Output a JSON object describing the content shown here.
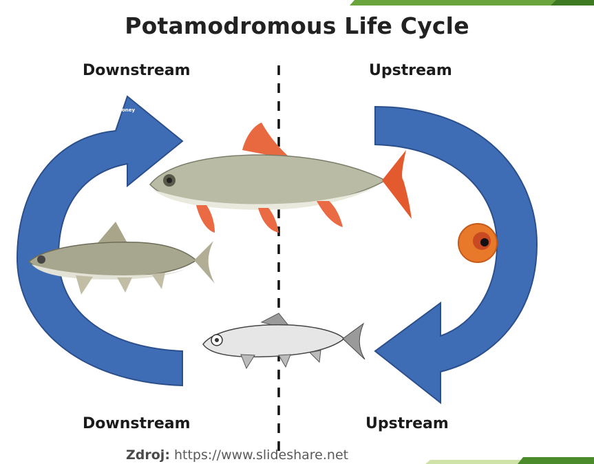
{
  "title": "Potamodromous Life Cycle",
  "labels": {
    "top_left": "Downstream",
    "top_right": "Upstream",
    "bottom_left": "Downstream",
    "bottom_right": "Upstream"
  },
  "credit_mark": "Cooney",
  "source": {
    "prefix": "Zdroj:",
    "url": "https://www.slideshare.net"
  },
  "colors": {
    "arrow": "#3f6db5",
    "arrow_dark": "#2b4f8c",
    "fin": "#e5603a",
    "egg": "#e8782a",
    "accent_green": "#6aa43c"
  }
}
